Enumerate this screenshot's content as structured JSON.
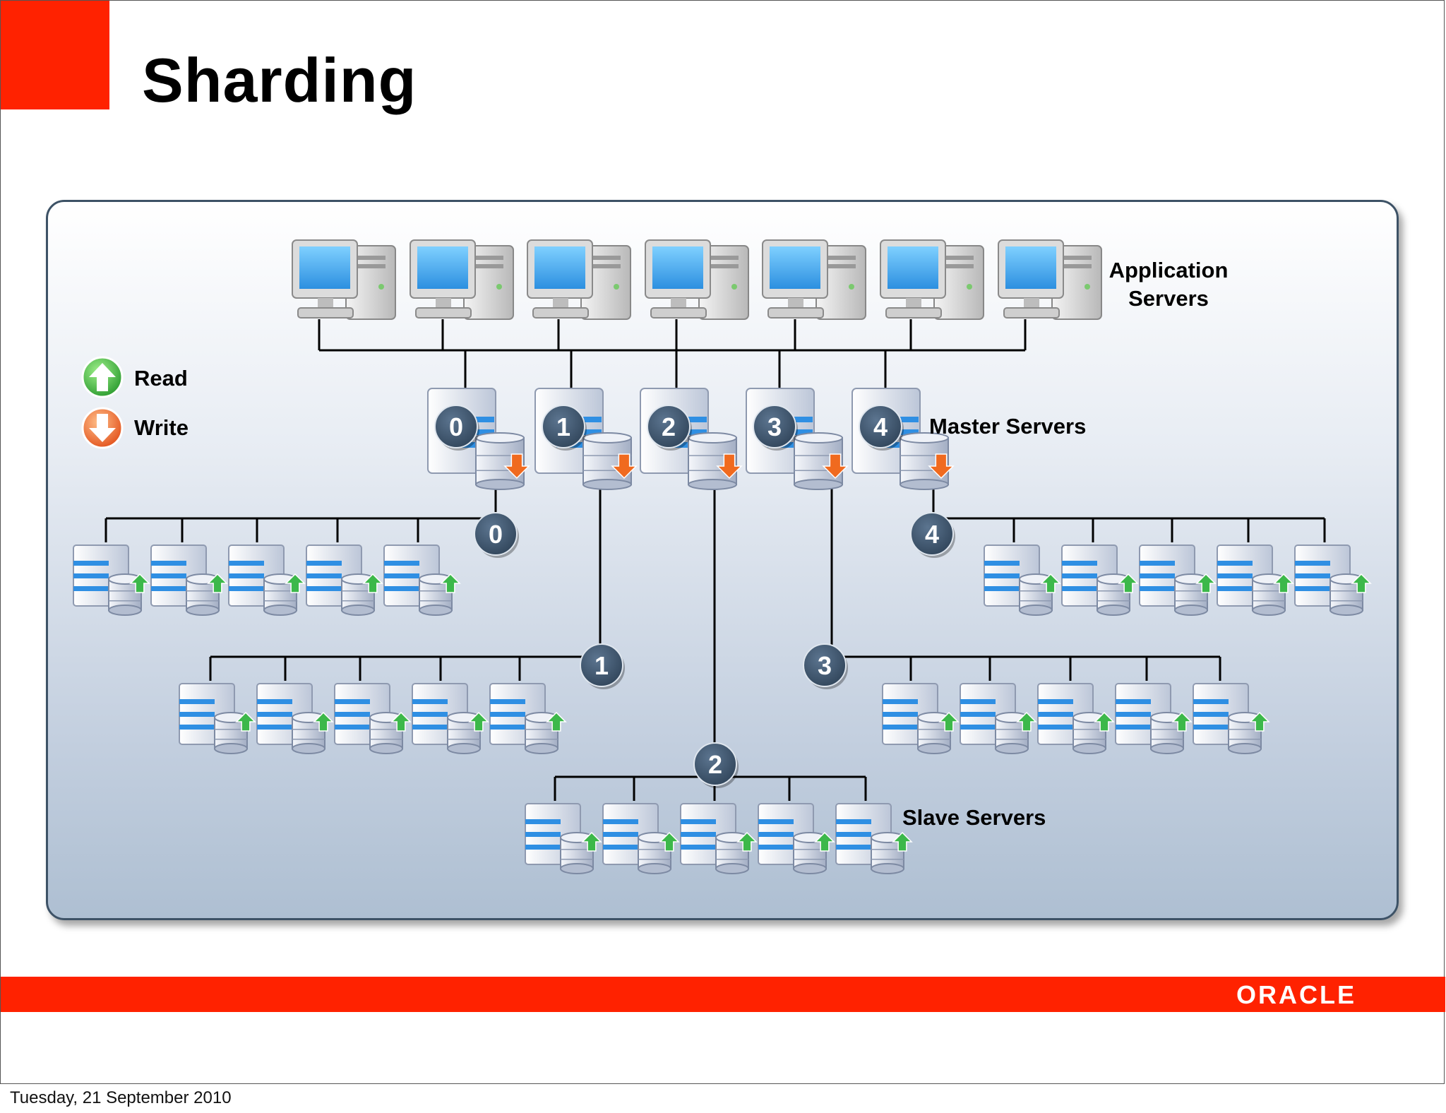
{
  "title": "Sharding",
  "footer_date": "Tuesday, 21 September 2010",
  "brand": "ORACLE",
  "colors": {
    "accent": "#ff2200",
    "badge": "#3b5266",
    "read": "#3cb84a",
    "write": "#f06a1f"
  },
  "legend": [
    {
      "label": "Read",
      "icon": "green-up-arrow-icon"
    },
    {
      "label": "Write",
      "icon": "orange-down-arrow-icon"
    }
  ],
  "labels": {
    "application_servers": [
      "Application",
      "Servers"
    ],
    "master_servers": "Master Servers",
    "slave_servers": "Slave Servers"
  },
  "application_server_count": 7,
  "masters": [
    "0",
    "1",
    "2",
    "3",
    "4"
  ],
  "slave_groups": [
    {
      "shard": "0",
      "slaves": 5
    },
    {
      "shard": "1",
      "slaves": 5
    },
    {
      "shard": "2",
      "slaves": 5
    },
    {
      "shard": "3",
      "slaves": 5
    },
    {
      "shard": "4",
      "slaves": 5
    }
  ]
}
